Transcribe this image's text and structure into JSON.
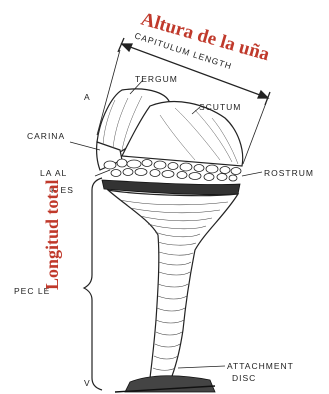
{
  "labels": {
    "overlay_title": "Altura de la uña",
    "capitulum_length": "CAPITULUM LENGTH",
    "tergum": "TERGUM",
    "scutum": "SCUTUM",
    "carina": "CARINA",
    "lateral_plates_1": "LA AL",
    "lateral_plates_2": "F ES",
    "rostrum": "ROSTRUM",
    "longitud_total": "Longitud total",
    "peduncle": "PEC LE",
    "attachment_1": "ATTACHMENT",
    "attachment_2": "DISC",
    "tick_top": "A",
    "tick_bottom": "V"
  },
  "colors": {
    "overlay_red": "#c0392b",
    "ink": "#222222"
  }
}
